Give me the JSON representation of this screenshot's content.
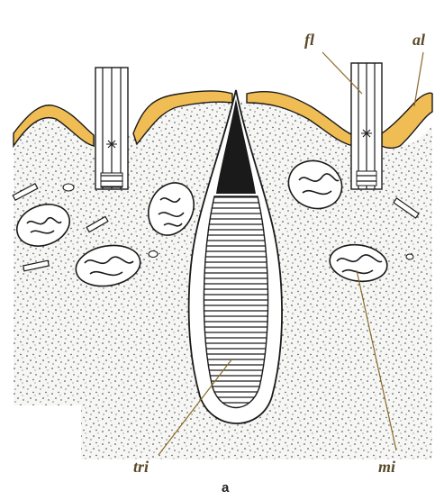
{
  "labels": {
    "flagellum": "fl",
    "alveolus": "al",
    "trichocyst": "tri",
    "mitochondrion": "mi",
    "panel": "a"
  },
  "colors": {
    "alveolus_fill": "#f0bd55",
    "cytoplasm": "#f4f4f2",
    "ink": "#1a1a1a",
    "label_ink": "#5a4a2a",
    "leader_line": "#8a6a2a"
  }
}
